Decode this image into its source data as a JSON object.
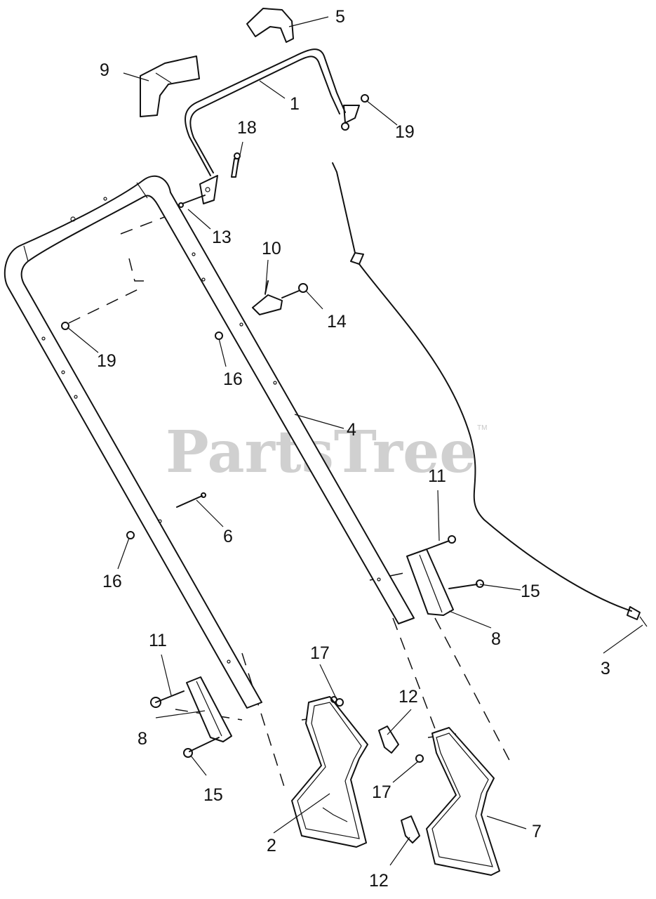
{
  "watermark": {
    "text": "PartsTree",
    "trademark": "TM"
  },
  "callouts": {
    "c1": "1",
    "c2": "2",
    "c3": "3",
    "c4": "4",
    "c5": "5",
    "c6": "6",
    "c7": "7",
    "c8a": "8",
    "c8b": "8",
    "c9": "9",
    "c10": "10",
    "c11a": "11",
    "c11b": "11",
    "c12a": "12",
    "c12b": "12",
    "c13": "13",
    "c14": "14",
    "c15a": "15",
    "c15b": "15",
    "c16a": "16",
    "c16b": "16",
    "c17a": "17",
    "c17b": "17",
    "c18": "18",
    "c19a": "19",
    "c19b": "19"
  }
}
